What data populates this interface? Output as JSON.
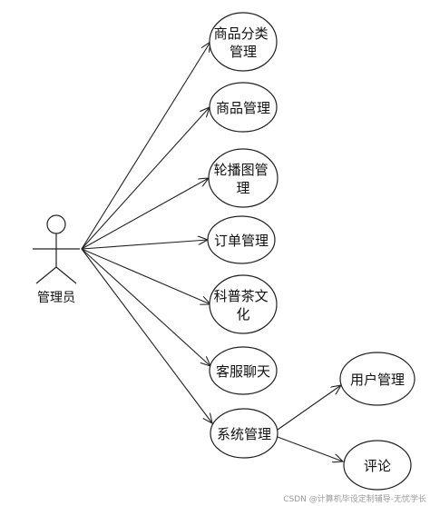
{
  "actor": {
    "label": "管理员"
  },
  "use_cases": [
    {
      "id": "uc1",
      "lines": [
        "商品分类",
        "管理"
      ]
    },
    {
      "id": "uc2",
      "lines": [
        "商品管理"
      ]
    },
    {
      "id": "uc3",
      "lines": [
        "轮播图管",
        "理"
      ]
    },
    {
      "id": "uc4",
      "lines": [
        "订单管理"
      ]
    },
    {
      "id": "uc5",
      "lines": [
        "科普茶文",
        "化"
      ]
    },
    {
      "id": "uc6",
      "lines": [
        "客服聊天"
      ]
    },
    {
      "id": "uc7",
      "lines": [
        "系统管理"
      ]
    },
    {
      "id": "uc8",
      "lines": [
        "用户管理"
      ]
    },
    {
      "id": "uc9",
      "lines": [
        "评论"
      ]
    }
  ],
  "watermark": "CSDN @计算机毕设定制辅导-无忧学长",
  "colors": {
    "stroke": "#222222",
    "background": "#ffffff"
  }
}
